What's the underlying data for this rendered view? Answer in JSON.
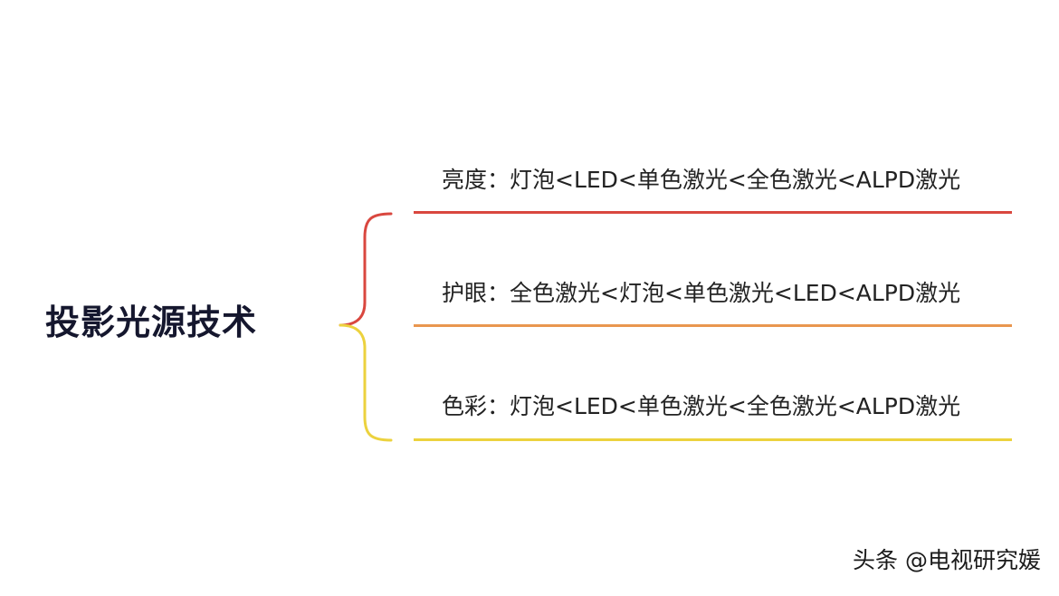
{
  "root": {
    "label": "投影光源技术"
  },
  "branches": [
    {
      "label": "亮度：灯泡<LED<单色激光<全色激光<ALPD激光",
      "color": "#d9473f"
    },
    {
      "label": "护眼：全色激光<灯泡<单色激光<LED<ALPD激光",
      "color": "#e9964f"
    },
    {
      "label": "色彩：灯泡<LED<单色激光<全色激光<ALPD激光",
      "color": "#ecd23e"
    }
  ],
  "watermark": {
    "text": "头条 @电视研究媛"
  }
}
